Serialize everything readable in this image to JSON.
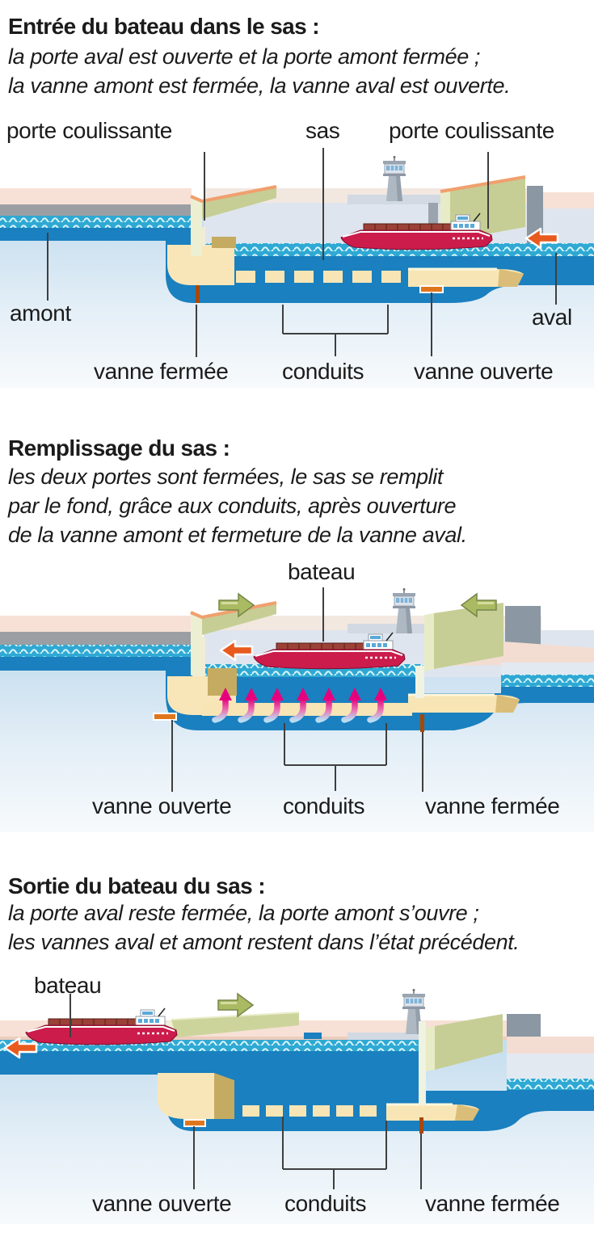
{
  "colors": {
    "water_deep": "#1a80bf",
    "water_surface": "#2fa9d4",
    "land_pink": "#f7e1d6",
    "lock_wall": "#dfe5ee",
    "gate_green": "#c6ce95",
    "gate_edge_orange": "#f0a06e",
    "conduit_cream": "#f8e5b5",
    "flow_arrow_magenta": "#e6007e",
    "direction_arrow_orange": "#e85a1e",
    "gate_arrow_green": "#a9ba62",
    "boat_hull_red": "#cb1c4c"
  },
  "panels": [
    {
      "heading": "Entrée du bateau dans le sas :",
      "description_lines": [
        "la porte aval est ouverte et la porte amont fermée ;",
        "la vanne amont est fermée, la vanne aval est ouverte."
      ],
      "labels": {
        "porte_gauche": "porte coulissante",
        "sas": "sas",
        "porte_droite": "porte coulissante",
        "amont": "amont",
        "aval": "aval",
        "vanne_gauche": "vanne fermée",
        "conduits": "conduits",
        "vanne_droite": "vanne ouverte"
      }
    },
    {
      "heading": "Remplissage du sas :",
      "description_lines": [
        "les deux portes sont fermées, le sas se remplit",
        "par le fond, grâce aux conduits, après ouverture",
        "de la vanne amont et fermeture de la vanne aval."
      ],
      "labels": {
        "bateau": "bateau",
        "vanne_gauche": "vanne ouverte",
        "conduits": "conduits",
        "vanne_droite": "vanne fermée"
      }
    },
    {
      "heading": "Sortie du bateau du sas :",
      "description_lines": [
        "la porte aval reste fermée, la porte amont s’ouvre ;",
        "les vannes aval et amont restent dans l’état précédent."
      ],
      "labels": {
        "bateau": "bateau",
        "vanne_gauche": "vanne ouverte",
        "conduits": "conduits",
        "vanne_droite": "vanne fermée"
      }
    }
  ]
}
